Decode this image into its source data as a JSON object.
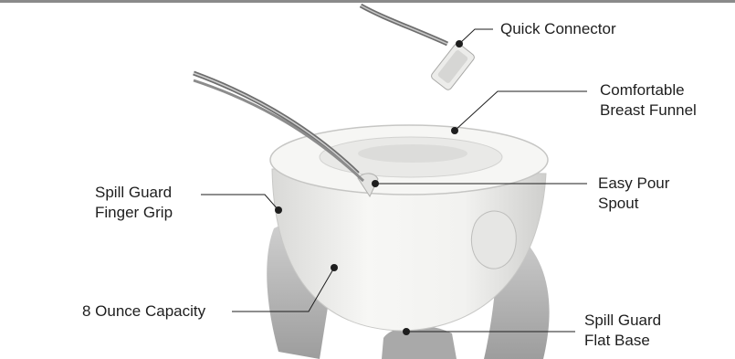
{
  "callouts": {
    "quick_connector": "Quick Connector",
    "breast_funnel": [
      "Comfortable",
      "Breast Funnel"
    ],
    "easy_pour_spout": [
      "Easy Pour",
      "Spout"
    ],
    "finger_grip": [
      "Spill Guard",
      "Finger Grip"
    ],
    "capacity": "8 Ounce Capacity",
    "flat_base": [
      "Spill Guard",
      "Flat Base"
    ]
  },
  "colors": {
    "rule": "#8a8a8a",
    "text": "#1e1e1e",
    "leader": "#1e1e1e",
    "cup": "#f4f4f2",
    "tube": "#6e6e6e",
    "hand": "#bdbdbd"
  }
}
